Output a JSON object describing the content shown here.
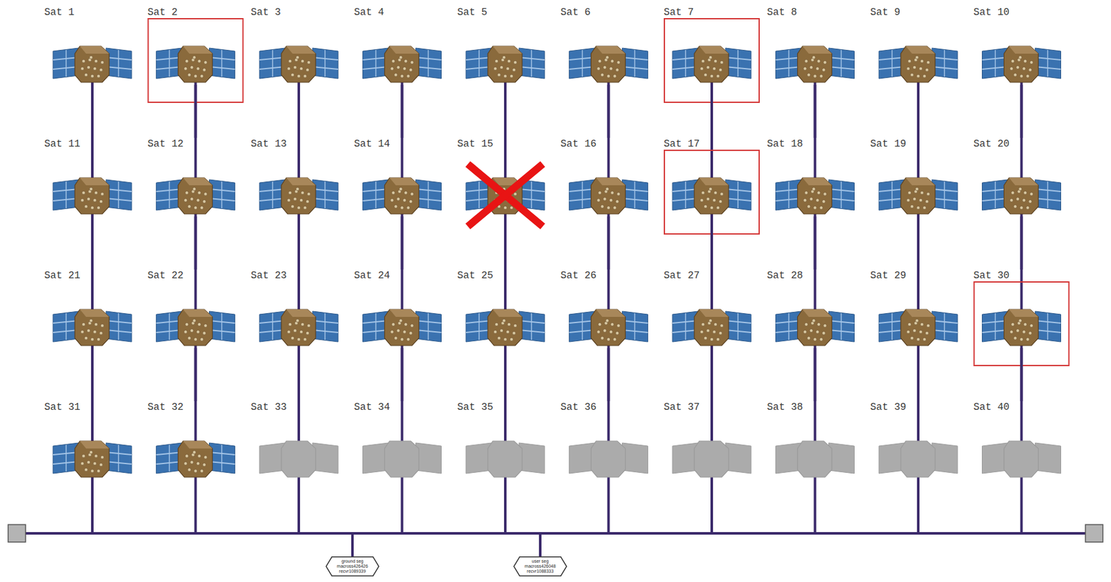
{
  "diagram": {
    "nodes": [
      {
        "text": [
          "Sat 1"
        ]
      },
      {
        "text": [
          "Sat 2"
        ]
      },
      {
        "text": [
          "Sat 3"
        ]
      },
      {
        "text": [
          "Sat 4"
        ]
      },
      {
        "text": [
          "Sat 5"
        ]
      },
      {
        "text": [
          "Sat 6"
        ]
      },
      {
        "text": [
          "Sat 7"
        ]
      },
      {
        "text": [
          "Sat 8"
        ]
      },
      {
        "text": [
          "Sat 9"
        ]
      },
      {
        "text": [
          "Sat 10"
        ]
      },
      {
        "text": [
          "Sat 11"
        ]
      },
      {
        "text": [
          "Sat 12"
        ]
      },
      {
        "text": [
          "Sat 13"
        ]
      },
      {
        "text": [
          "Sat 14"
        ]
      },
      {
        "text": [
          "Sat 15"
        ]
      },
      {
        "text": [
          "Sat 16"
        ]
      },
      {
        "text": [
          "Sat 17"
        ]
      },
      {
        "text": [
          "Sat 18"
        ]
      },
      {
        "text": [
          "Sat 19"
        ]
      },
      {
        "text": [
          "Sat 20"
        ]
      },
      {
        "text": [
          "Sat 21"
        ]
      },
      {
        "text": [
          "Sat 22"
        ]
      },
      {
        "text": [
          "Sat 23"
        ]
      },
      {
        "text": [
          "Sat 24"
        ]
      },
      {
        "text": [
          "Sat 25"
        ]
      },
      {
        "text": [
          "Sat 26"
        ]
      },
      {
        "text": [
          "Sat 27"
        ]
      },
      {
        "text": [
          "Sat 28"
        ]
      },
      {
        "text": [
          "Sat 29"
        ]
      },
      {
        "text": [
          "Sat 30"
        ]
      },
      {
        "text": [
          "Sat 31"
        ]
      },
      {
        "text": [
          "Sat 32"
        ]
      },
      {
        "text": [
          "Sat 33"
        ]
      },
      {
        "text": [
          "Sat 34"
        ]
      },
      {
        "text": [
          "Sat 35"
        ]
      },
      {
        "text": [
          "Sat 36"
        ]
      },
      {
        "text": [
          "Sat 37"
        ]
      },
      {
        "text": [
          "Sat 38"
        ]
      },
      {
        "text": [
          "Sat 39"
        ]
      },
      {
        "text": [
          "Sat 40"
        ]
      },
      {
        "text": [
          "ground seg",
          "macross426426",
          "recvr1089339"
        ]
      },
      {
        "text": [
          "user seg",
          "macross426048",
          "recvr1088333"
        ]
      }
    ],
    "edges": [
      {
        "from": 0,
        "to": 10,
        "arrow": "none"
      },
      {
        "from": 10,
        "to": 20,
        "arrow": "none"
      },
      {
        "from": 20,
        "to": 30,
        "arrow": "none"
      },
      {
        "from": 1,
        "to": 11,
        "arrow": "none"
      },
      {
        "from": 11,
        "to": 21,
        "arrow": "none"
      },
      {
        "from": 21,
        "to": 31,
        "arrow": "none"
      },
      {
        "from": 2,
        "to": 12,
        "arrow": "none"
      },
      {
        "from": 12,
        "to": 22,
        "arrow": "none"
      },
      {
        "from": 22,
        "to": 32,
        "arrow": "none"
      },
      {
        "from": 3,
        "to": 13,
        "arrow": "none"
      },
      {
        "from": 13,
        "to": 23,
        "arrow": "none"
      },
      {
        "from": 23,
        "to": 33,
        "arrow": "none"
      },
      {
        "from": 4,
        "to": 14,
        "arrow": "none"
      },
      {
        "from": 14,
        "to": 24,
        "arrow": "none"
      },
      {
        "from": 24,
        "to": 34,
        "arrow": "none"
      },
      {
        "from": 5,
        "to": 15,
        "arrow": "none"
      },
      {
        "from": 15,
        "to": 25,
        "arrow": "none"
      },
      {
        "from": 25,
        "to": 35,
        "arrow": "none"
      },
      {
        "from": 6,
        "to": 16,
        "arrow": "none"
      },
      {
        "from": 16,
        "to": 26,
        "arrow": "none"
      },
      {
        "from": 26,
        "to": 36,
        "arrow": "none"
      },
      {
        "from": 7,
        "to": 17,
        "arrow": "none"
      },
      {
        "from": 17,
        "to": 27,
        "arrow": "none"
      },
      {
        "from": 27,
        "to": 37,
        "arrow": "none"
      },
      {
        "from": 8,
        "to": 18,
        "arrow": "none"
      },
      {
        "from": 18,
        "to": 28,
        "arrow": "none"
      },
      {
        "from": 28,
        "to": 38,
        "arrow": "none"
      },
      {
        "from": 9,
        "to": 19,
        "arrow": "none"
      },
      {
        "from": 19,
        "to": 29,
        "arrow": "none"
      },
      {
        "from": 29,
        "to": 39,
        "arrow": "none"
      }
    ]
  }
}
